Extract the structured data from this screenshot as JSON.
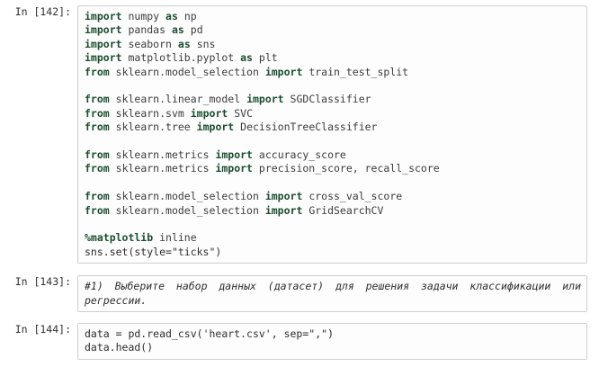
{
  "notebook": {
    "cells": [
      {
        "prompt_label": "In [142]:",
        "type": "code",
        "lines": [
          [
            {
              "t": "kw",
              "s": "import"
            },
            {
              "t": "plain",
              "s": " "
            },
            {
              "t": "nm",
              "s": "numpy"
            },
            {
              "t": "plain",
              "s": " "
            },
            {
              "t": "kw",
              "s": "as"
            },
            {
              "t": "plain",
              "s": " "
            },
            {
              "t": "nm",
              "s": "np"
            }
          ],
          [
            {
              "t": "kw",
              "s": "import"
            },
            {
              "t": "plain",
              "s": " "
            },
            {
              "t": "nm",
              "s": "pandas"
            },
            {
              "t": "plain",
              "s": " "
            },
            {
              "t": "kw",
              "s": "as"
            },
            {
              "t": "plain",
              "s": " "
            },
            {
              "t": "nm",
              "s": "pd"
            }
          ],
          [
            {
              "t": "kw",
              "s": "import"
            },
            {
              "t": "plain",
              "s": " "
            },
            {
              "t": "nm",
              "s": "seaborn"
            },
            {
              "t": "plain",
              "s": " "
            },
            {
              "t": "kw",
              "s": "as"
            },
            {
              "t": "plain",
              "s": " "
            },
            {
              "t": "nm",
              "s": "sns"
            }
          ],
          [
            {
              "t": "kw",
              "s": "import"
            },
            {
              "t": "plain",
              "s": " "
            },
            {
              "t": "nm",
              "s": "matplotlib.pyplot"
            },
            {
              "t": "plain",
              "s": " "
            },
            {
              "t": "kw",
              "s": "as"
            },
            {
              "t": "plain",
              "s": " "
            },
            {
              "t": "nm",
              "s": "plt"
            }
          ],
          [
            {
              "t": "kw",
              "s": "from"
            },
            {
              "t": "plain",
              "s": " "
            },
            {
              "t": "nm",
              "s": "sklearn.model_selection"
            },
            {
              "t": "plain",
              "s": " "
            },
            {
              "t": "kw",
              "s": "import"
            },
            {
              "t": "plain",
              "s": " "
            },
            {
              "t": "nm",
              "s": "train_test_split"
            }
          ],
          [],
          [
            {
              "t": "kw",
              "s": "from"
            },
            {
              "t": "plain",
              "s": " "
            },
            {
              "t": "nm",
              "s": "sklearn.linear_model"
            },
            {
              "t": "plain",
              "s": " "
            },
            {
              "t": "kw",
              "s": "import"
            },
            {
              "t": "plain",
              "s": " "
            },
            {
              "t": "nm",
              "s": "SGDClassifier"
            }
          ],
          [
            {
              "t": "kw",
              "s": "from"
            },
            {
              "t": "plain",
              "s": " "
            },
            {
              "t": "nm",
              "s": "sklearn.svm"
            },
            {
              "t": "plain",
              "s": " "
            },
            {
              "t": "kw",
              "s": "import"
            },
            {
              "t": "plain",
              "s": " "
            },
            {
              "t": "nm",
              "s": "SVC"
            }
          ],
          [
            {
              "t": "kw",
              "s": "from"
            },
            {
              "t": "plain",
              "s": " "
            },
            {
              "t": "nm",
              "s": "sklearn.tree"
            },
            {
              "t": "plain",
              "s": " "
            },
            {
              "t": "kw",
              "s": "import"
            },
            {
              "t": "plain",
              "s": " "
            },
            {
              "t": "nm",
              "s": "DecisionTreeClassifier"
            }
          ],
          [],
          [
            {
              "t": "kw",
              "s": "from"
            },
            {
              "t": "plain",
              "s": " "
            },
            {
              "t": "nm",
              "s": "sklearn.metrics"
            },
            {
              "t": "plain",
              "s": " "
            },
            {
              "t": "kw",
              "s": "import"
            },
            {
              "t": "plain",
              "s": " "
            },
            {
              "t": "nm",
              "s": "accuracy_score"
            }
          ],
          [
            {
              "t": "kw",
              "s": "from"
            },
            {
              "t": "plain",
              "s": " "
            },
            {
              "t": "nm",
              "s": "sklearn.metrics"
            },
            {
              "t": "plain",
              "s": " "
            },
            {
              "t": "kw",
              "s": "import"
            },
            {
              "t": "plain",
              "s": " "
            },
            {
              "t": "nm",
              "s": "precision_score, recall_score"
            }
          ],
          [],
          [
            {
              "t": "kw",
              "s": "from"
            },
            {
              "t": "plain",
              "s": " "
            },
            {
              "t": "nm",
              "s": "sklearn.model_selection"
            },
            {
              "t": "plain",
              "s": " "
            },
            {
              "t": "kw",
              "s": "import"
            },
            {
              "t": "plain",
              "s": " "
            },
            {
              "t": "nm",
              "s": "cross_val_score"
            }
          ],
          [
            {
              "t": "kw",
              "s": "from"
            },
            {
              "t": "plain",
              "s": " "
            },
            {
              "t": "nm",
              "s": "sklearn.model_selection"
            },
            {
              "t": "plain",
              "s": " "
            },
            {
              "t": "kw",
              "s": "import"
            },
            {
              "t": "plain",
              "s": " "
            },
            {
              "t": "nm",
              "s": "GridSearchCV"
            }
          ],
          [],
          [
            {
              "t": "magic",
              "s": "%matplotlib"
            },
            {
              "t": "plain",
              "s": " "
            },
            {
              "t": "nm",
              "s": "inline"
            }
          ],
          [
            {
              "t": "plain",
              "s": "sns.set(style="
            },
            {
              "t": "str",
              "s": "\"ticks\""
            },
            {
              "t": "plain",
              "s": ")"
            }
          ]
        ]
      },
      {
        "prompt_label": "In [143]:",
        "type": "comment",
        "text": "#1) Выберите набор данных (датасет) для решения задачи классификации или регрессии."
      },
      {
        "prompt_label": "In [144]:",
        "type": "code",
        "lines": [
          [
            {
              "t": "plain",
              "s": "data = pd.read_csv("
            },
            {
              "t": "str",
              "s": "'heart.csv'"
            },
            {
              "t": "plain",
              "s": ", sep="
            },
            {
              "t": "str",
              "s": "\",\""
            },
            {
              "t": "plain",
              "s": ")"
            }
          ],
          [
            {
              "t": "plain",
              "s": "data.head()"
            }
          ]
        ]
      }
    ]
  },
  "colors": {
    "cell_background": "#fdfdfd",
    "cell_border": "#cfcfcf",
    "page_background": "#ffffff",
    "prompt_text": "#303030",
    "keyword": "#1a4d2e",
    "identifier": "#3b3b3b",
    "plain_text": "#2b2b2b"
  }
}
